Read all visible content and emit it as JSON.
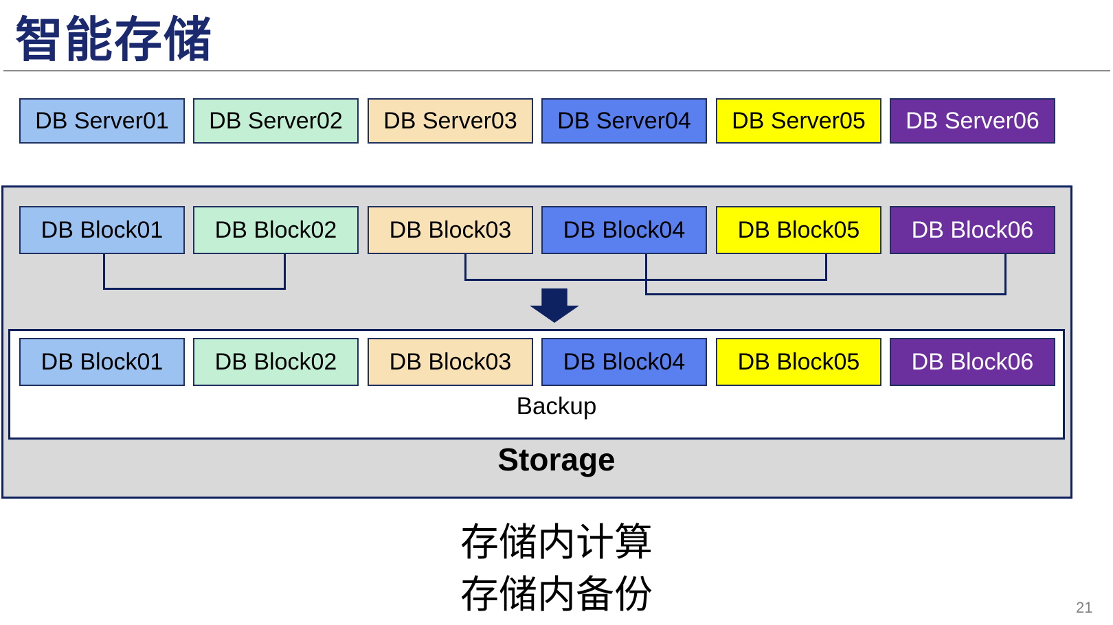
{
  "title": "智能存储",
  "page_number": "21",
  "caption": {
    "line1": "存储内计算",
    "line2": "存储内备份"
  },
  "server_row": {
    "items": [
      {
        "label": "DB Server01"
      },
      {
        "label": "DB Server02"
      },
      {
        "label": "DB Server03"
      },
      {
        "label": "DB Server04"
      },
      {
        "label": "DB Server05"
      },
      {
        "label": "DB Server06"
      }
    ]
  },
  "storage_container": {
    "label": "Storage",
    "top_blocks": [
      {
        "label": "DB Block01"
      },
      {
        "label": "DB Block02"
      },
      {
        "label": "DB Block03"
      },
      {
        "label": "DB Block04"
      },
      {
        "label": "DB Block05"
      },
      {
        "label": "DB Block06"
      }
    ],
    "backup_box": {
      "label": "Backup",
      "blocks": [
        {
          "label": "DB Block01"
        },
        {
          "label": "DB Block02"
        },
        {
          "label": "DB Block03"
        },
        {
          "label": "DB Block04"
        },
        {
          "label": "DB Block05"
        },
        {
          "label": "DB Block06"
        }
      ]
    }
  },
  "colors": {
    "title_navy": "#1b2a6e",
    "divider_gray": "#8a8a8a",
    "border_navy": "#0e1f5e",
    "box_border_navy": "#1f3060",
    "arrow_navy": "#0e2160",
    "container_gray": "#d9d9d9",
    "box_blue_light": "#9cc2f2",
    "box_green_light": "#c3f0d5",
    "box_tan": "#f7e1b5",
    "box_blue_medium": "#5a80f0",
    "box_yellow": "#ffff00",
    "box_purple": "#6b2f9e",
    "text_black": "#000000",
    "text_white": "#ffffff",
    "page_number_gray": "#7f7f7f"
  }
}
